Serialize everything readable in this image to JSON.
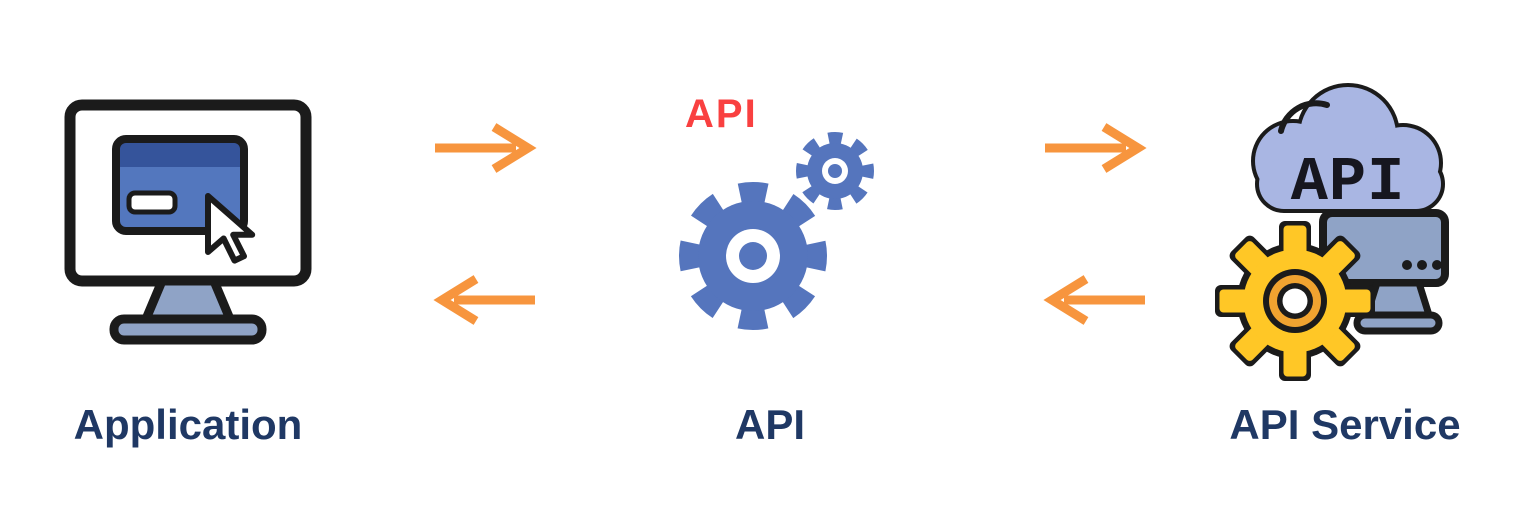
{
  "diagram": {
    "background": "#FFFFFF",
    "nodes": [
      {
        "id": "application",
        "label": "Application",
        "icon": "application-monitor-icon"
      },
      {
        "id": "api",
        "label": "API",
        "icon": "api-gears-icon",
        "overlay_label": "API"
      },
      {
        "id": "api_service",
        "label": "API Service",
        "icon": "api-service-icon",
        "cloud_label": "API"
      }
    ],
    "connectors": [
      {
        "from": "application",
        "to": "api",
        "direction": "bidirectional",
        "icons": [
          "arrow-right-icon",
          "arrow-left-icon"
        ]
      },
      {
        "from": "api",
        "to": "api_service",
        "direction": "bidirectional",
        "icons": [
          "arrow-right-icon",
          "arrow-left-icon"
        ]
      }
    ],
    "colors": {
      "arrow_orange": "#F7953E",
      "label_navy": "#1F3864",
      "gear_blue": "#5575BD",
      "badge_red": "#F94040",
      "cloud_lavender": "#A9B6E3",
      "hardware_slate": "#8FA3C6",
      "card_blue": "#5377BE",
      "card_header_blue": "#35549B",
      "gear_yellow": "#FFC726",
      "gear_ring_amber": "#F0A330",
      "outline_dark": "#1B1B1B"
    }
  }
}
